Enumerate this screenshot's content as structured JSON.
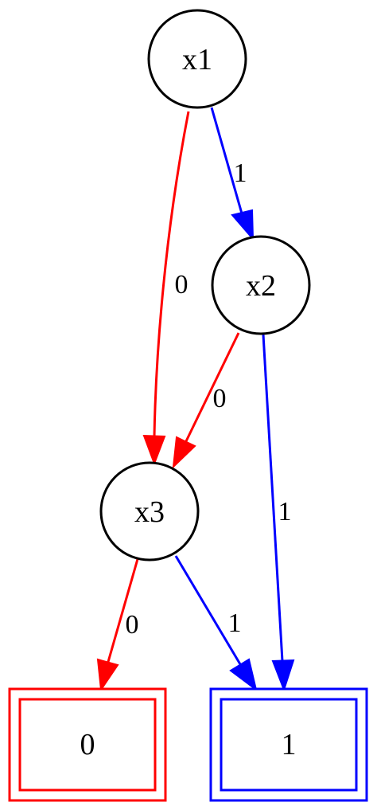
{
  "colors": {
    "zero": "#ff0000",
    "one": "#0000ff",
    "node_stroke": "#000000",
    "text": "#000000",
    "background": "#ffffff"
  },
  "nodes": {
    "x1": "x1",
    "x2": "x2",
    "x3": "x3",
    "terminal_zero": "0",
    "terminal_one": "1"
  },
  "edges": [
    {
      "from": "x1",
      "to": "x2",
      "label": "1",
      "type": "one"
    },
    {
      "from": "x1",
      "to": "x3",
      "label": "0",
      "type": "zero"
    },
    {
      "from": "x2",
      "to": "x3",
      "label": "0",
      "type": "zero"
    },
    {
      "from": "x2",
      "to": "terminal_one",
      "label": "1",
      "type": "one"
    },
    {
      "from": "x3",
      "to": "terminal_zero",
      "label": "0",
      "type": "zero"
    },
    {
      "from": "x3",
      "to": "terminal_one",
      "label": "1",
      "type": "one"
    }
  ]
}
